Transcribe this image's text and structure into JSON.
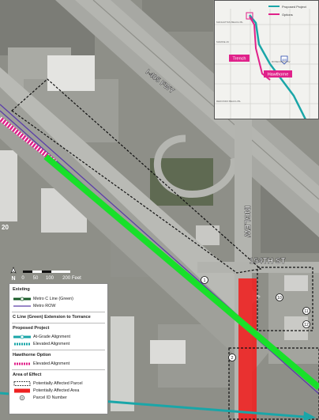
{
  "map": {
    "road_labels": {
      "freeway": "I-405 FWY",
      "street_ns": "INGLEW",
      "street_ew": "154TH ST"
    },
    "parcel_markers": [
      "1",
      "2",
      "10",
      "11",
      "12"
    ],
    "scale": {
      "north": "N",
      "ticks": [
        "0",
        "50",
        "100",
        "200 Feet"
      ]
    },
    "edge_text": "20"
  },
  "inset": {
    "legend": {
      "proposed": "Proposed Project",
      "options": "Options"
    },
    "streets": [
      "MANHATTAN BEACH BL",
      "MARINE AV",
      "ROSECRANS AV",
      "REDONDO BEACH BL"
    ],
    "freeway_shield": "405",
    "callouts": {
      "trench": "Trench",
      "hawthorne": "Hawthorne"
    }
  },
  "legend": {
    "existing_header": "Existing",
    "metro_c_line": "Metro C Line (Green)",
    "metro_row": "Metro ROW",
    "extension_header": "C Line (Green) Extension to Torrance",
    "proposed_header": "Proposed Project",
    "at_grade": "At-Grade Alignment",
    "elevated": "Elevated Alignment",
    "hawthorne_header": "Hawthorne Option",
    "hawthorne_elevated": "Elevated Alignment",
    "area_header": "Area of Effect",
    "affected_parcel": "Potentially Affected Parcel",
    "affected_area": "Potentially Affected Area",
    "parcel_id": "Parcel ID Number",
    "parcel_id_symbol": "#"
  },
  "colors": {
    "green_line": "#18e02a",
    "teal_line": "#1aa6a8",
    "magenta": "#e0218a",
    "red_area": "#ee2222",
    "metro_row": "#5b3ea8"
  }
}
